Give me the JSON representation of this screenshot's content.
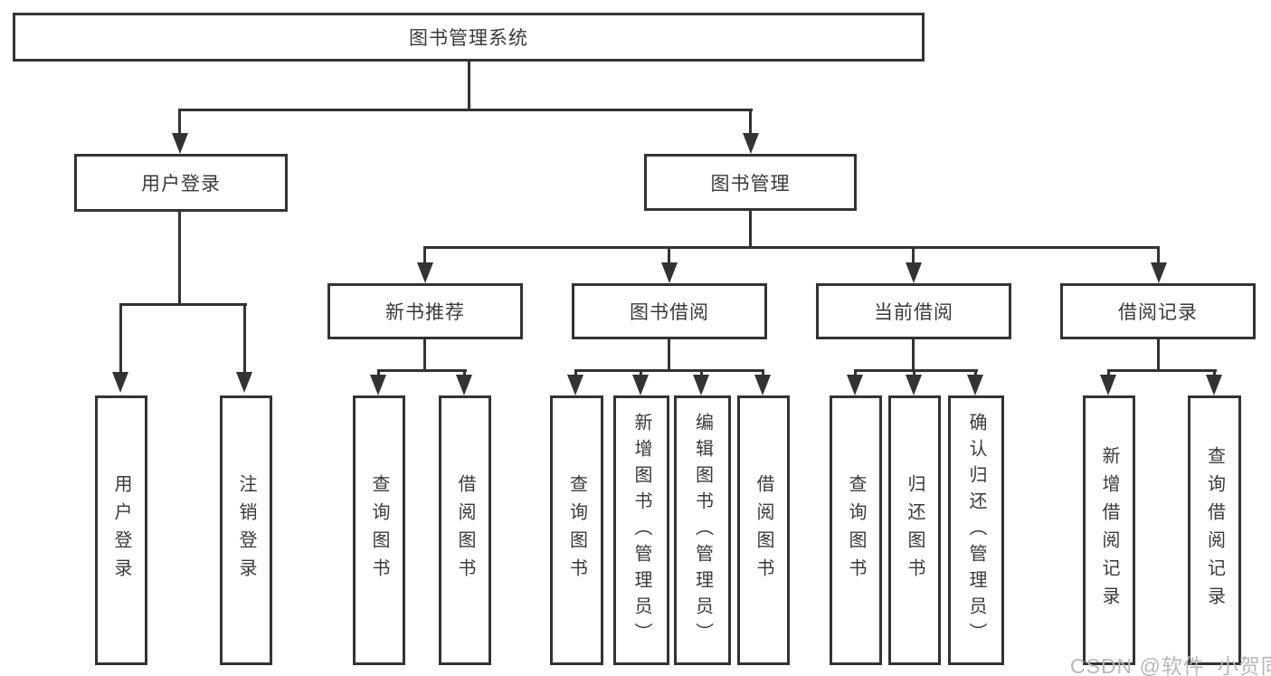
{
  "root": {
    "label": "图书管理系统"
  },
  "level2": [
    {
      "id": "user-login",
      "label": "用户登录"
    },
    {
      "id": "book-management",
      "label": "图书管理"
    }
  ],
  "level3": [
    {
      "id": "new-book-recommend",
      "label": "新书推荐",
      "parent": "book-management"
    },
    {
      "id": "book-borrowing",
      "label": "图书借阅",
      "parent": "book-management"
    },
    {
      "id": "current-borrowing",
      "label": "当前借阅",
      "parent": "book-management"
    },
    {
      "id": "borrowing-records",
      "label": "借阅记录",
      "parent": "book-management"
    }
  ],
  "leaves": [
    {
      "group": "user-login",
      "label": "用户登录"
    },
    {
      "group": "user-login",
      "label": "注销登录"
    },
    {
      "group": "new-book-recommend",
      "label": "查询图书"
    },
    {
      "group": "new-book-recommend",
      "label": "借阅图书"
    },
    {
      "group": "book-borrowing",
      "label": "查询图书"
    },
    {
      "group": "book-borrowing",
      "label": "新增图书（管理员）"
    },
    {
      "group": "book-borrowing",
      "label": "编辑图书（管理员）"
    },
    {
      "group": "book-borrowing",
      "label": "借阅图书"
    },
    {
      "group": "current-borrowing",
      "label": "查询图书"
    },
    {
      "group": "current-borrowing",
      "label": "归还图书"
    },
    {
      "group": "current-borrowing",
      "label": "确认归还（管理员）"
    },
    {
      "group": "borrowing-records",
      "label": "新增借阅记录"
    },
    {
      "group": "borrowing-records",
      "label": "查询借阅记录"
    }
  ],
  "watermark": "CSDN @软件_小贺同学",
  "colors": {
    "line": "#333333",
    "text": "#3a3a3a",
    "box_fill": "#ffffff",
    "background": "#ffffff",
    "watermark": "#b8b8b8"
  }
}
